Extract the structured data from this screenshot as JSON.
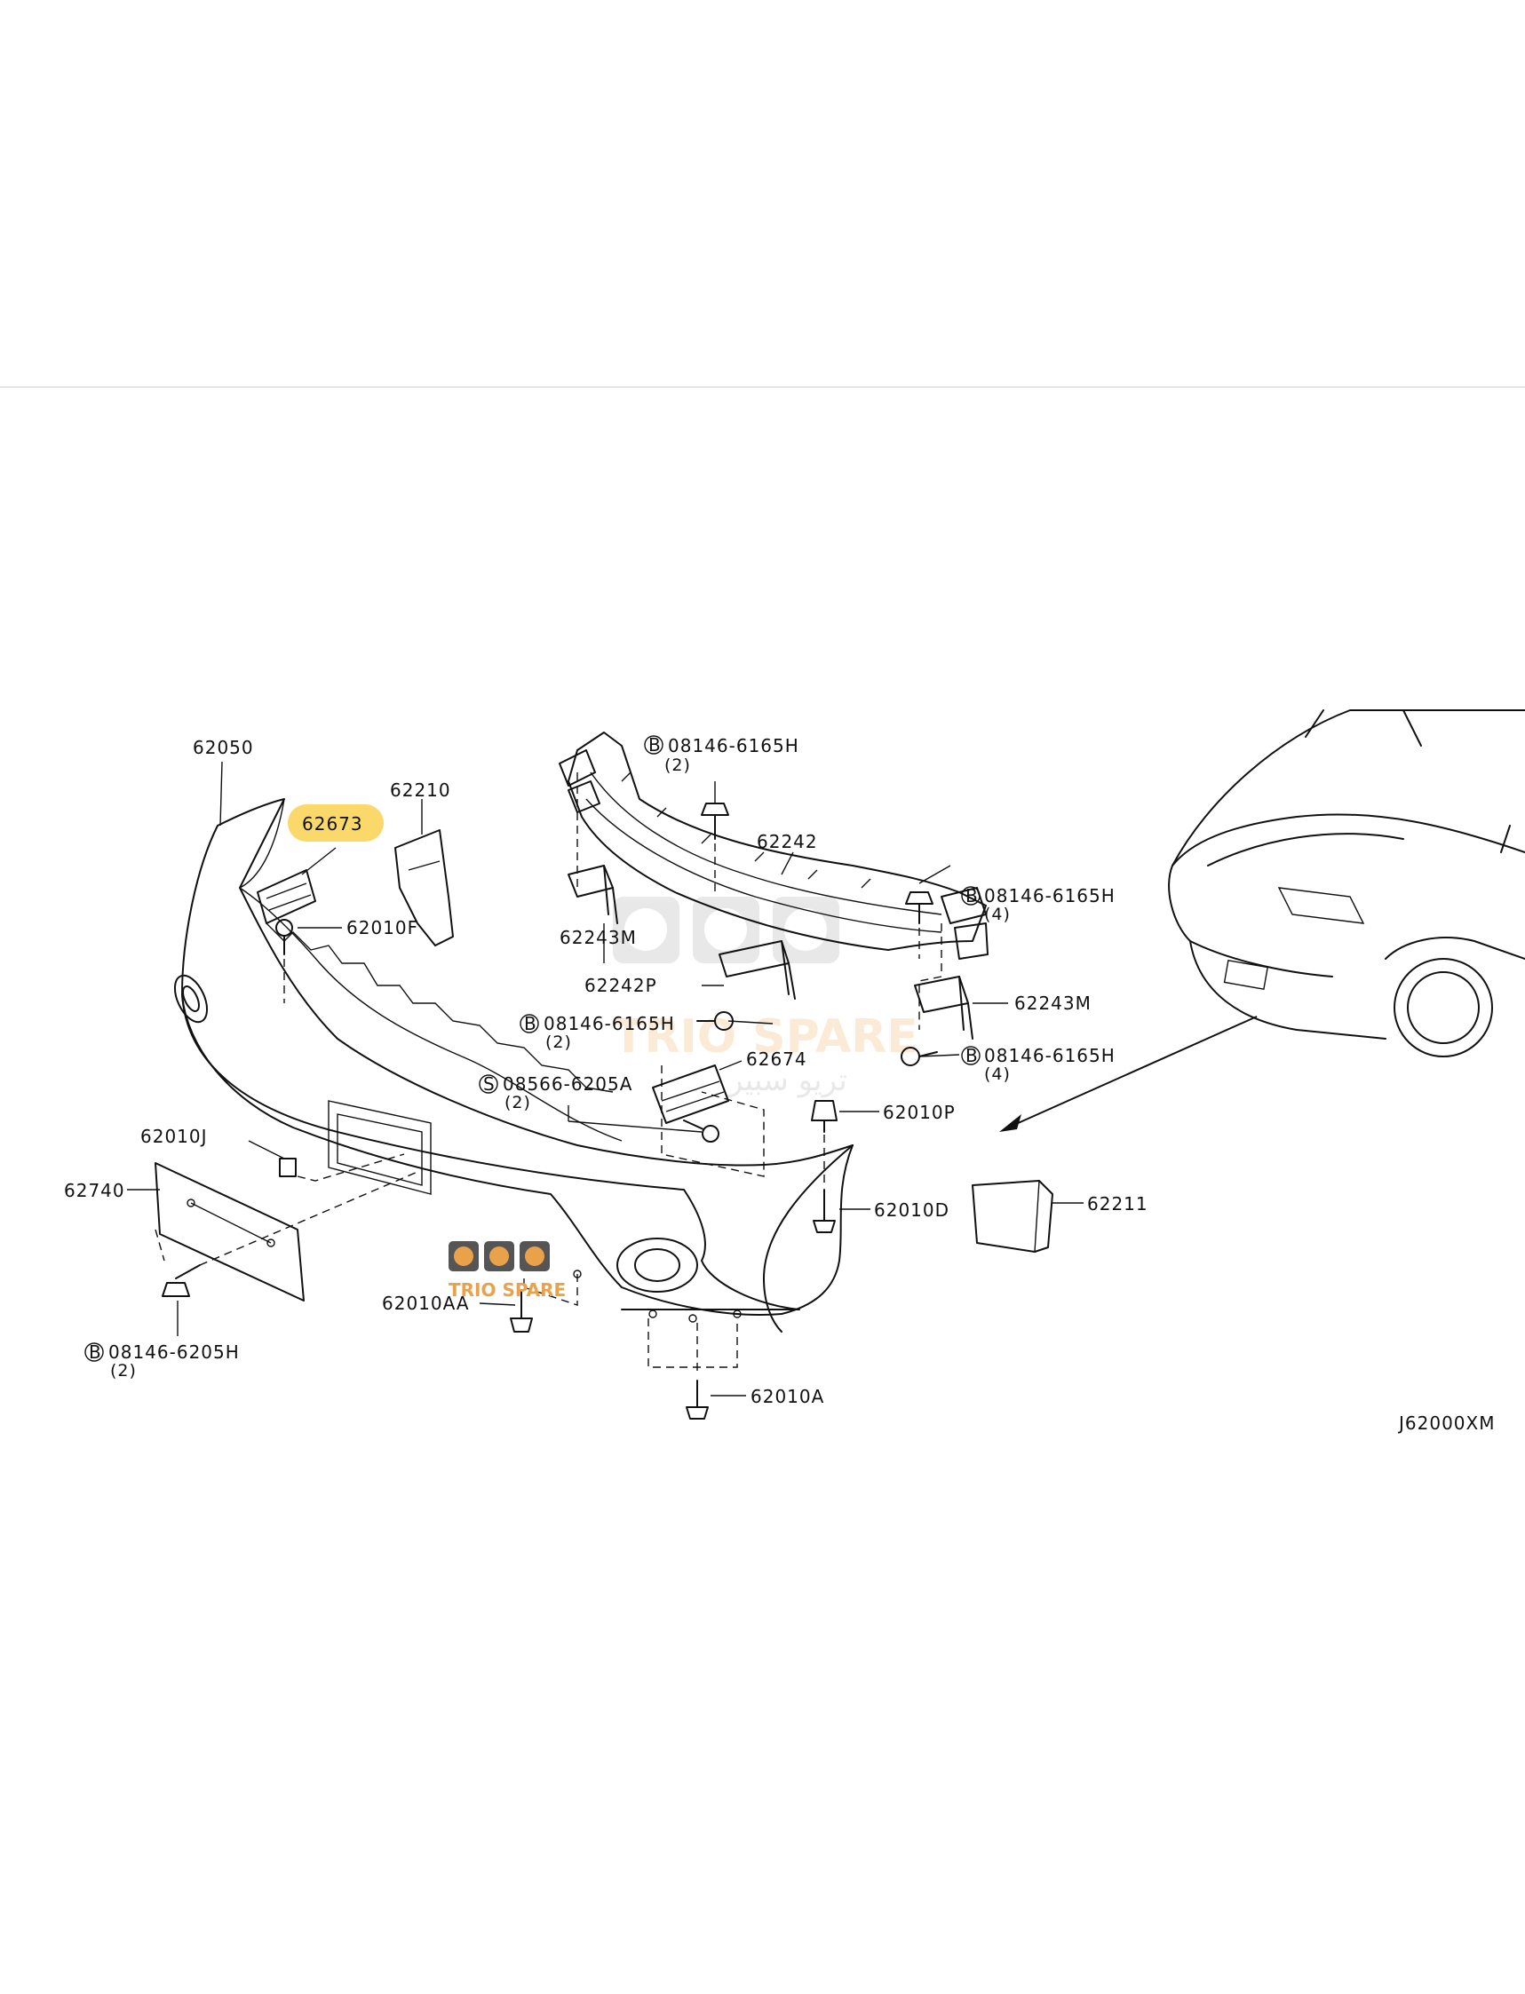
{
  "diagram": {
    "code": "J62000XM",
    "highlight_color": "#fbd86a",
    "highlighted_part": "62673",
    "labels": {
      "l62050": "62050",
      "l62673": "62673",
      "l62210": "62210",
      "l62010F": "62010F",
      "l08146_top": "08146-6165H",
      "l08146_top_qty": "(2)",
      "l62242": "62242",
      "l08146_r1": "08146-6165H",
      "l08146_r1_qty": "(4)",
      "l62243M_left": "62243M",
      "l62242P": "62242P",
      "l62243M_right": "62243M",
      "l08146_mid": "08146-6165H",
      "l08146_mid_qty": "(2)",
      "l08146_r2": "08146-6165H",
      "l08146_r2_qty": "(4)",
      "l62674": "62674",
      "l08566": "08566-6205A",
      "l08566_qty": "(2)",
      "l62010P": "62010P",
      "l62010J": "62010J",
      "l62740": "62740",
      "l62010D": "62010D",
      "l62211": "62211",
      "l62010AA": "62010AA",
      "l08146_bl": "08146-6205H",
      "l08146_bl_qty": "(2)",
      "l62010A": "62010A"
    },
    "callout_letters": {
      "bolt": "B",
      "screw": "S"
    },
    "watermark": {
      "brand": "TRIO SPARE",
      "arabic": "تريو سبير"
    }
  }
}
